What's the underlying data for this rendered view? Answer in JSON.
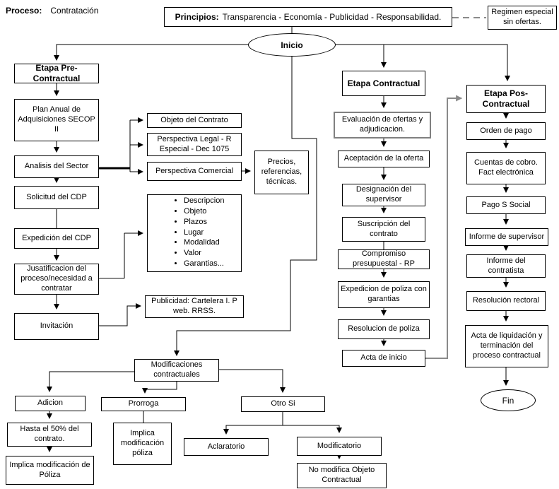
{
  "header": {
    "process_label": "Proceso:",
    "process_value": "Contratación"
  },
  "principios": {
    "label": "Principios:",
    "value": "Transparencia - Economía - Publicidad - Responsabilidad."
  },
  "regimen_especial": "Regimen especial sin ofertas.",
  "flow": {
    "start": "Inicio",
    "end": "Fin"
  },
  "pre_contractual": {
    "header": "Etapa Pre-Contractual",
    "steps": [
      "Plan Anual de Adquisiciones SECOP II",
      "Analisis del Sector",
      "Solicitud del CDP",
      "Expedición del CDP",
      "Jusatificacion del proceso/necesidad a contratar",
      "Invitación"
    ]
  },
  "analisis_detalle": {
    "objeto": "Objeto del Contrato",
    "legal": "Perspectiva Legal - R Especial - Dec 1075",
    "comercial": "Perspectiva Comercial",
    "precios": "Precios, referencias, técnicas.",
    "requisitos": [
      "Descripcion",
      "Objeto",
      "Plazos",
      "Lugar",
      "Modalidad",
      "Valor",
      "Garantias..."
    ],
    "publicidad": "Publicidad:  Cartelera I. P web. RRSS."
  },
  "contractual": {
    "header": "Etapa Contractual",
    "steps": [
      "Evaluación de ofertas y adjudicacion.",
      "Aceptación de la oferta",
      "Designación del supervisor",
      "Suscripción del contrato",
      "Compromiso presupuestal - RP",
      "Expedicion de poliza con garantias",
      "Resolucion de poliza",
      "Acta de inicio"
    ]
  },
  "pos_contractual": {
    "header": "Etapa Pos-Contractual",
    "steps": [
      "Orden de pago",
      "Cuentas de cobro. Fact electrónica",
      "Pago S Social",
      "Informe de supervisor",
      "Informe del contratista",
      "Resolución rectoral",
      "Acta de liquidación y terminación del proceso contractual"
    ]
  },
  "modificaciones": {
    "header": "Modificaciones contractuales",
    "adicion": {
      "label": "Adicion",
      "detail": "Hasta el 50% del contrato.",
      "note": "Implica modificación de Póliza"
    },
    "prorroga": {
      "label": "Prorroga",
      "note": "Implica modificación póliza"
    },
    "otro_si": {
      "label": "Otro Si",
      "aclaratorio": "Aclaratorio",
      "modificatorio": "Modificatorio",
      "note": "No modifica Objeto Contractual"
    }
  },
  "colors": {
    "line": "#000000",
    "gray_line": "#8a8a8a",
    "highlight_border": "#808080",
    "box_border": "#000000",
    "background": "#ffffff",
    "text": "#000000"
  }
}
